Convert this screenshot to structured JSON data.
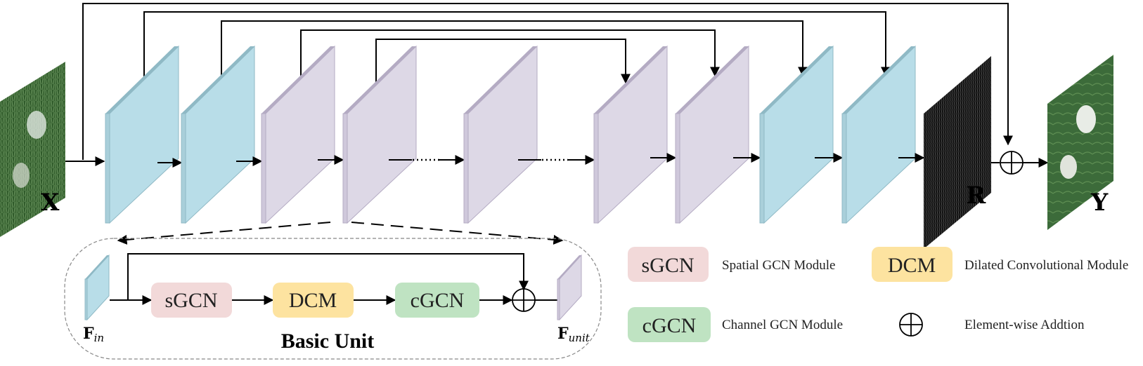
{
  "labels": {
    "input": "X",
    "residual": "R",
    "output": "Y",
    "unit_in_main": "F",
    "unit_in_sub": "in",
    "unit_out_main": "F",
    "unit_out_sub": "unit",
    "basic_unit": "Basic Unit"
  },
  "modules": {
    "sgcn": "sGCN",
    "dcm": "DCM",
    "cgcn": "cGCN"
  },
  "legend": {
    "sgcn_box": "sGCN",
    "sgcn_text": "Spatial GCN Module",
    "dcm_box": "DCM",
    "dcm_text": "Dilated Convolutional Module",
    "cgcn_box": "cGCN",
    "cgcn_text": "Channel GCN Module",
    "add_text": "Element-wise Addtion"
  },
  "colors": {
    "blue_layer": "#b8dde8",
    "purple_layer": "#ddd8e6",
    "sgcn": "#f2d9d9",
    "dcm": "#fde3a0",
    "cgcn": "#bfe3c2"
  }
}
